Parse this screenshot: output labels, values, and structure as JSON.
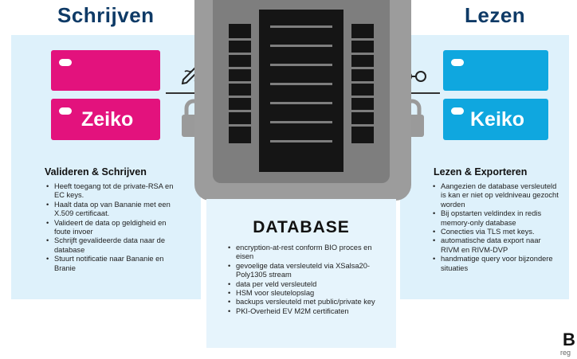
{
  "left": {
    "title": "Schrijven",
    "card_label": "Zeiko",
    "section_title": "Valideren & Schrijven",
    "bullets": [
      "Heeft toegang tot de private-RSA en EC keys.",
      "Haalt data op van Bananie met een X.509 certificaat.",
      "Valideert de data op geldigheid en foute invoer",
      "Schrijft gevalideerde data naar de database",
      "Stuurt notificatie naar Bananie en Branie"
    ]
  },
  "right": {
    "title": "Lezen",
    "card_label": "Keiko",
    "section_title": "Lezen & Exporteren",
    "bullets": [
      "Aangezien de database versleuteld is kan er niet op veldniveau gezocht worden",
      "Bij opstarten veldindex in redis memory-only database",
      "Conecties via TLS met keys.",
      "automatische data export naar RIVM en RIVM-DVP",
      "handmatige query voor bijzondere situaties"
    ]
  },
  "database": {
    "title": "DATABASE",
    "bullets": [
      "encryption-at-rest conform BIO proces en eisen",
      "gevoelige data versleuteld via XSalsa20-Poly1305 stream",
      "data per veld versleuteld",
      "HSM voor sleutelopslag",
      "backups versleuteld met public/private key",
      "PKI-Overheid EV M2M certificaten"
    ]
  },
  "logo": {
    "letter": "B",
    "sub": "reg"
  },
  "colors": {
    "pink": "#e3127d",
    "blue": "#0fa7df",
    "navy": "#0e3a66",
    "panel": "#def1fb"
  },
  "icons": [
    "pen-icon",
    "glasses-icon",
    "lock-icon",
    "arrow-icon"
  ]
}
